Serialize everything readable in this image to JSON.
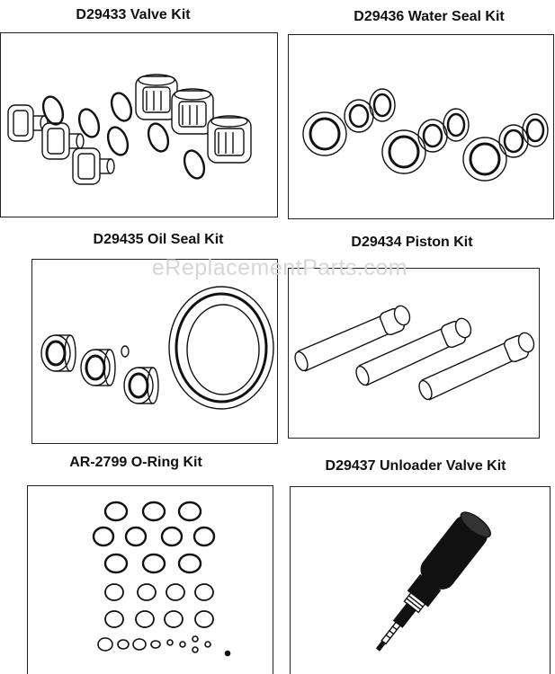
{
  "kits": {
    "valve": {
      "title": "D29433 Valve Kit"
    },
    "water_seal": {
      "title": "D29436 Water Seal Kit"
    },
    "oil_seal": {
      "title": "D29435 Oil Seal Kit"
    },
    "piston": {
      "title": "D29434 Piston Kit"
    },
    "oring": {
      "title": "AR-2799 O-Ring Kit"
    },
    "unloader": {
      "title": "D29437 Unloader Valve Kit"
    }
  },
  "watermark": "eReplacementParts.com",
  "colors": {
    "ink": "#111111",
    "watermark": "#d6d6d6",
    "background": "#ffffff"
  }
}
